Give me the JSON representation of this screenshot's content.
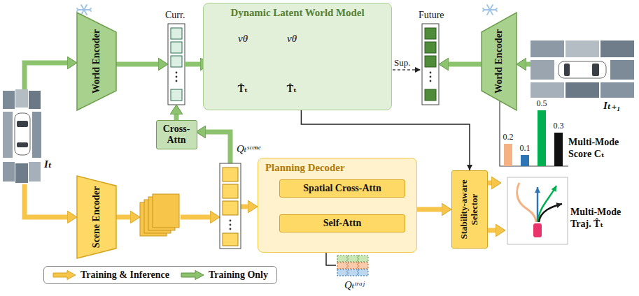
{
  "diagram": {
    "nodes": [
      {
        "text": [
          "World Encoder"
        ]
      },
      {
        "text": [
          "Dynamic Latent World Model"
        ]
      },
      {
        "text": [
          "World Encoder"
        ]
      },
      {
        "text": [
          "Cross- Attn"
        ]
      },
      {
        "text": [
          "Scene Encoder"
        ]
      },
      {
        "text": [
          "Planning Decoder"
        ]
      },
      {
        "text": [
          "Spatial Cross-Attn"
        ],
        "in": 5
      },
      {
        "text": [
          "Self-Attn"
        ],
        "in": 5
      },
      {
        "text": [
          "Stability-aware Selector"
        ]
      }
    ],
    "edges": [
      {
        "from": 1,
        "to": 8,
        "arrow": "to"
      },
      {
        "from": 7,
        "to": 6,
        "arrow": "to"
      },
      {
        "from": 5,
        "to": 8,
        "arrow": "to"
      }
    ],
    "labels": [
      "Curr.",
      "Future",
      "Sup.",
      "vθ",
      "vθ",
      "T̂ₜ",
      "T̂ₜ",
      "Iₜ",
      "Iₜ₊₁",
      "Qₜˢᶜᵉⁿᵉ",
      "Qₜᵗʳᵃʲ",
      "0.2",
      "0.1",
      "0.5",
      "0.3",
      "Multi-Mode Score Cₜ",
      "Multi-Mode Traj. T̂ₜ"
    ],
    "legend": [
      {
        "text": "Training & Inference"
      },
      {
        "text": "Training Only"
      }
    ]
  }
}
